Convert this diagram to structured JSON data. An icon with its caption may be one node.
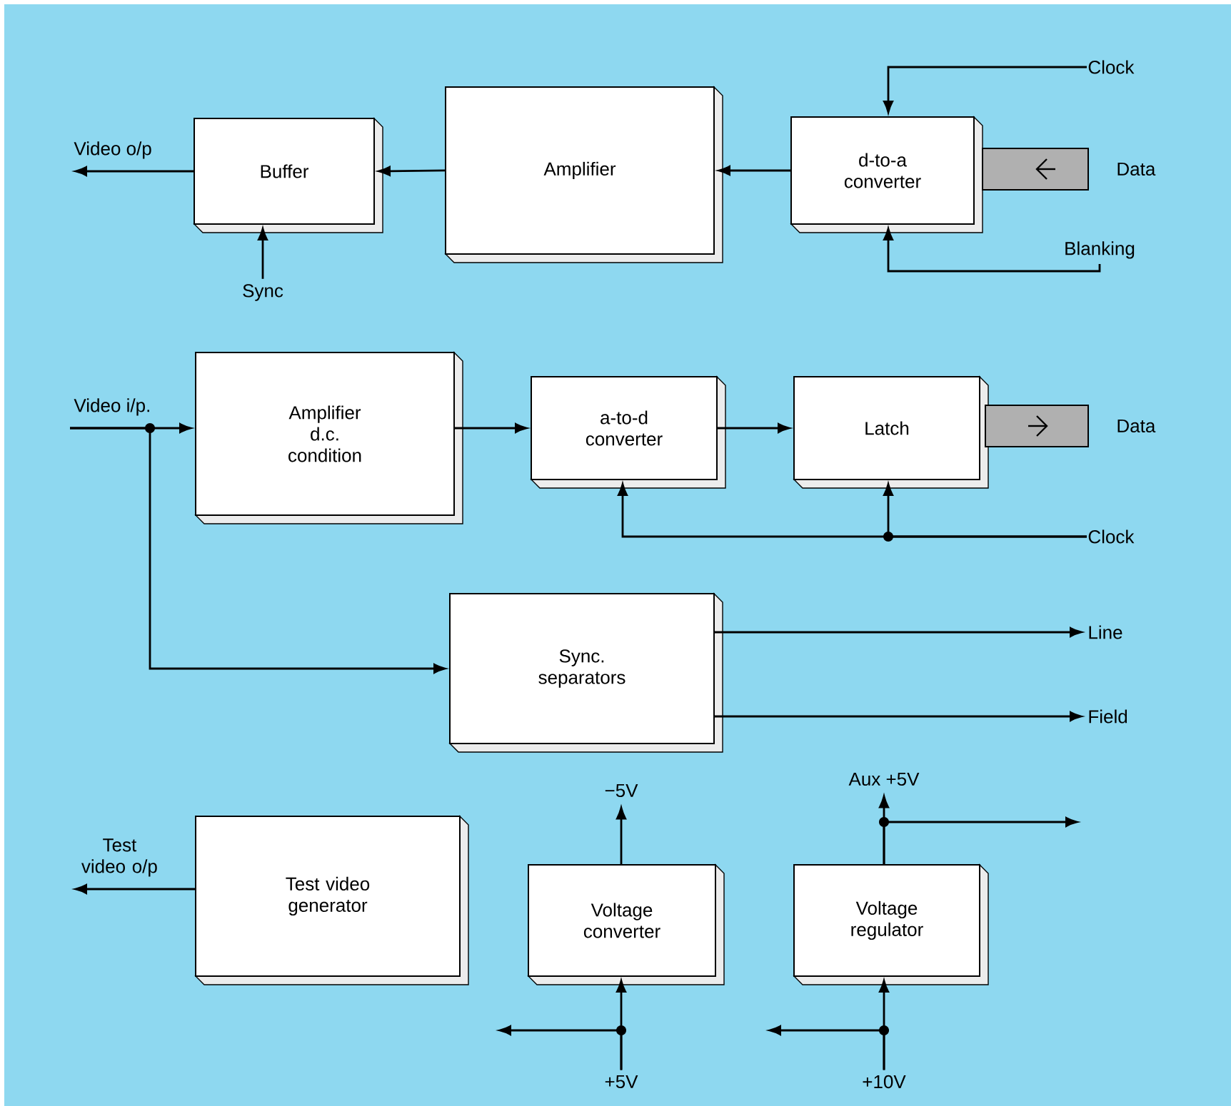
{
  "diagram": {
    "nodes": [
      {
        "text": [
          "Clock"
        ]
      },
      {
        "text": [
          "Video o/p"
        ]
      },
      {
        "text": [
          "Buffer"
        ]
      },
      {
        "text": [
          "Amplifier"
        ]
      },
      {
        "text": [
          "d-to-a converter"
        ]
      },
      {
        "text": [],
        "shape": "bar",
        "beside": [
          "Data"
        ]
      },
      {
        "text": [
          "Sync"
        ]
      },
      {
        "text": [
          "Blanking"
        ]
      },
      {
        "text": [
          "Video i/p."
        ]
      },
      {
        "text": [
          "Amplifier d.c. condition"
        ]
      },
      {
        "text": [
          "a-to-d converter"
        ]
      },
      {
        "text": [
          "Latch"
        ]
      },
      {
        "text": [],
        "shape": "bar",
        "beside": [
          "Data"
        ]
      },
      {
        "text": [
          "Clock"
        ]
      },
      {
        "text": [
          "Sync. separators"
        ]
      },
      {
        "text": [
          "Line"
        ]
      },
      {
        "text": [
          "Field"
        ]
      },
      {
        "text": [
          "Aux +5V"
        ]
      },
      {
        "text": [
          "−5V"
        ]
      },
      {
        "text": [
          "Test video o/p"
        ]
      },
      {
        "text": [
          "Test video generator"
        ]
      },
      {
        "text": [
          "Voltage converter"
        ]
      },
      {
        "text": [
          "Voltage regulator"
        ]
      },
      {
        "text": [
          "+5V"
        ]
      },
      {
        "text": [
          "+10V"
        ]
      }
    ],
    "edges": [
      {
        "from": 0,
        "to": 4,
        "arrow": "to"
      },
      {
        "from": 2,
        "to": 1,
        "arrow": "to"
      },
      {
        "from": 3,
        "to": 2,
        "arrow": "to"
      },
      {
        "from": 4,
        "to": 3,
        "arrow": "to"
      },
      {
        "from": 6,
        "to": 2,
        "arrow": "to"
      },
      {
        "from": 7,
        "to": 4,
        "arrow": "to"
      },
      {
        "from": 8,
        "to": 9,
        "arrow": "to"
      },
      {
        "from": 8,
        "to": 14,
        "arrow": "to"
      },
      {
        "from": 9,
        "to": 10,
        "arrow": "to"
      },
      {
        "from": 10,
        "to": 11,
        "arrow": "to"
      },
      {
        "from": 13,
        "to": 10,
        "arrow": "to"
      },
      {
        "from": 13,
        "to": 11,
        "arrow": "to"
      },
      {
        "from": 14,
        "to": 15,
        "arrow": "to"
      },
      {
        "from": 14,
        "to": 16,
        "arrow": "to"
      },
      {
        "from": 20,
        "to": 19,
        "arrow": "to"
      },
      {
        "from": 21,
        "to": 18,
        "arrow": "to"
      },
      {
        "from": 22,
        "to": 17,
        "arrow": "to"
      },
      {
        "from": 22,
        "to": null,
        "arrow": "to"
      },
      {
        "from": 23,
        "to": 21,
        "arrow": "to"
      },
      {
        "from": 23,
        "to": null,
        "arrow": "to"
      },
      {
        "from": 24,
        "to": 22,
        "arrow": "to"
      },
      {
        "from": 24,
        "to": null,
        "arrow": "to"
      }
    ]
  }
}
